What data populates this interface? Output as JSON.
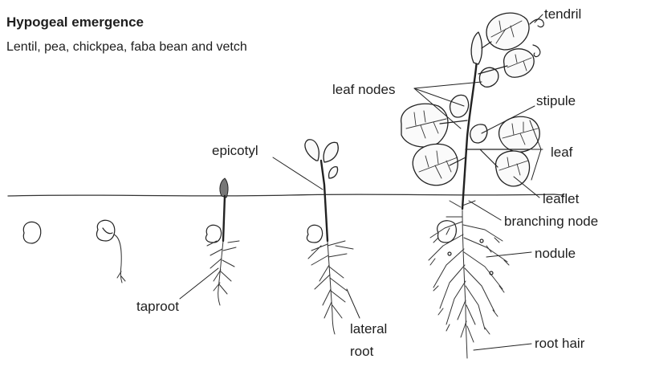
{
  "header": {
    "title": "Hypogeal emergence",
    "subtitle": "Lentil, pea, chickpea, faba bean and vetch"
  },
  "labels": {
    "tendril": "tendril",
    "leaf_nodes": "leaf nodes",
    "stipule": "stipule",
    "epicotyl": "epicotyl",
    "leaf": "leaf",
    "leaflet": "leaflet",
    "branching_node": "branching node",
    "nodule": "nodule",
    "taproot": "taproot",
    "lateral_root_line1": "lateral",
    "lateral_root_line2": "root",
    "root_hair": "root hair"
  }
}
